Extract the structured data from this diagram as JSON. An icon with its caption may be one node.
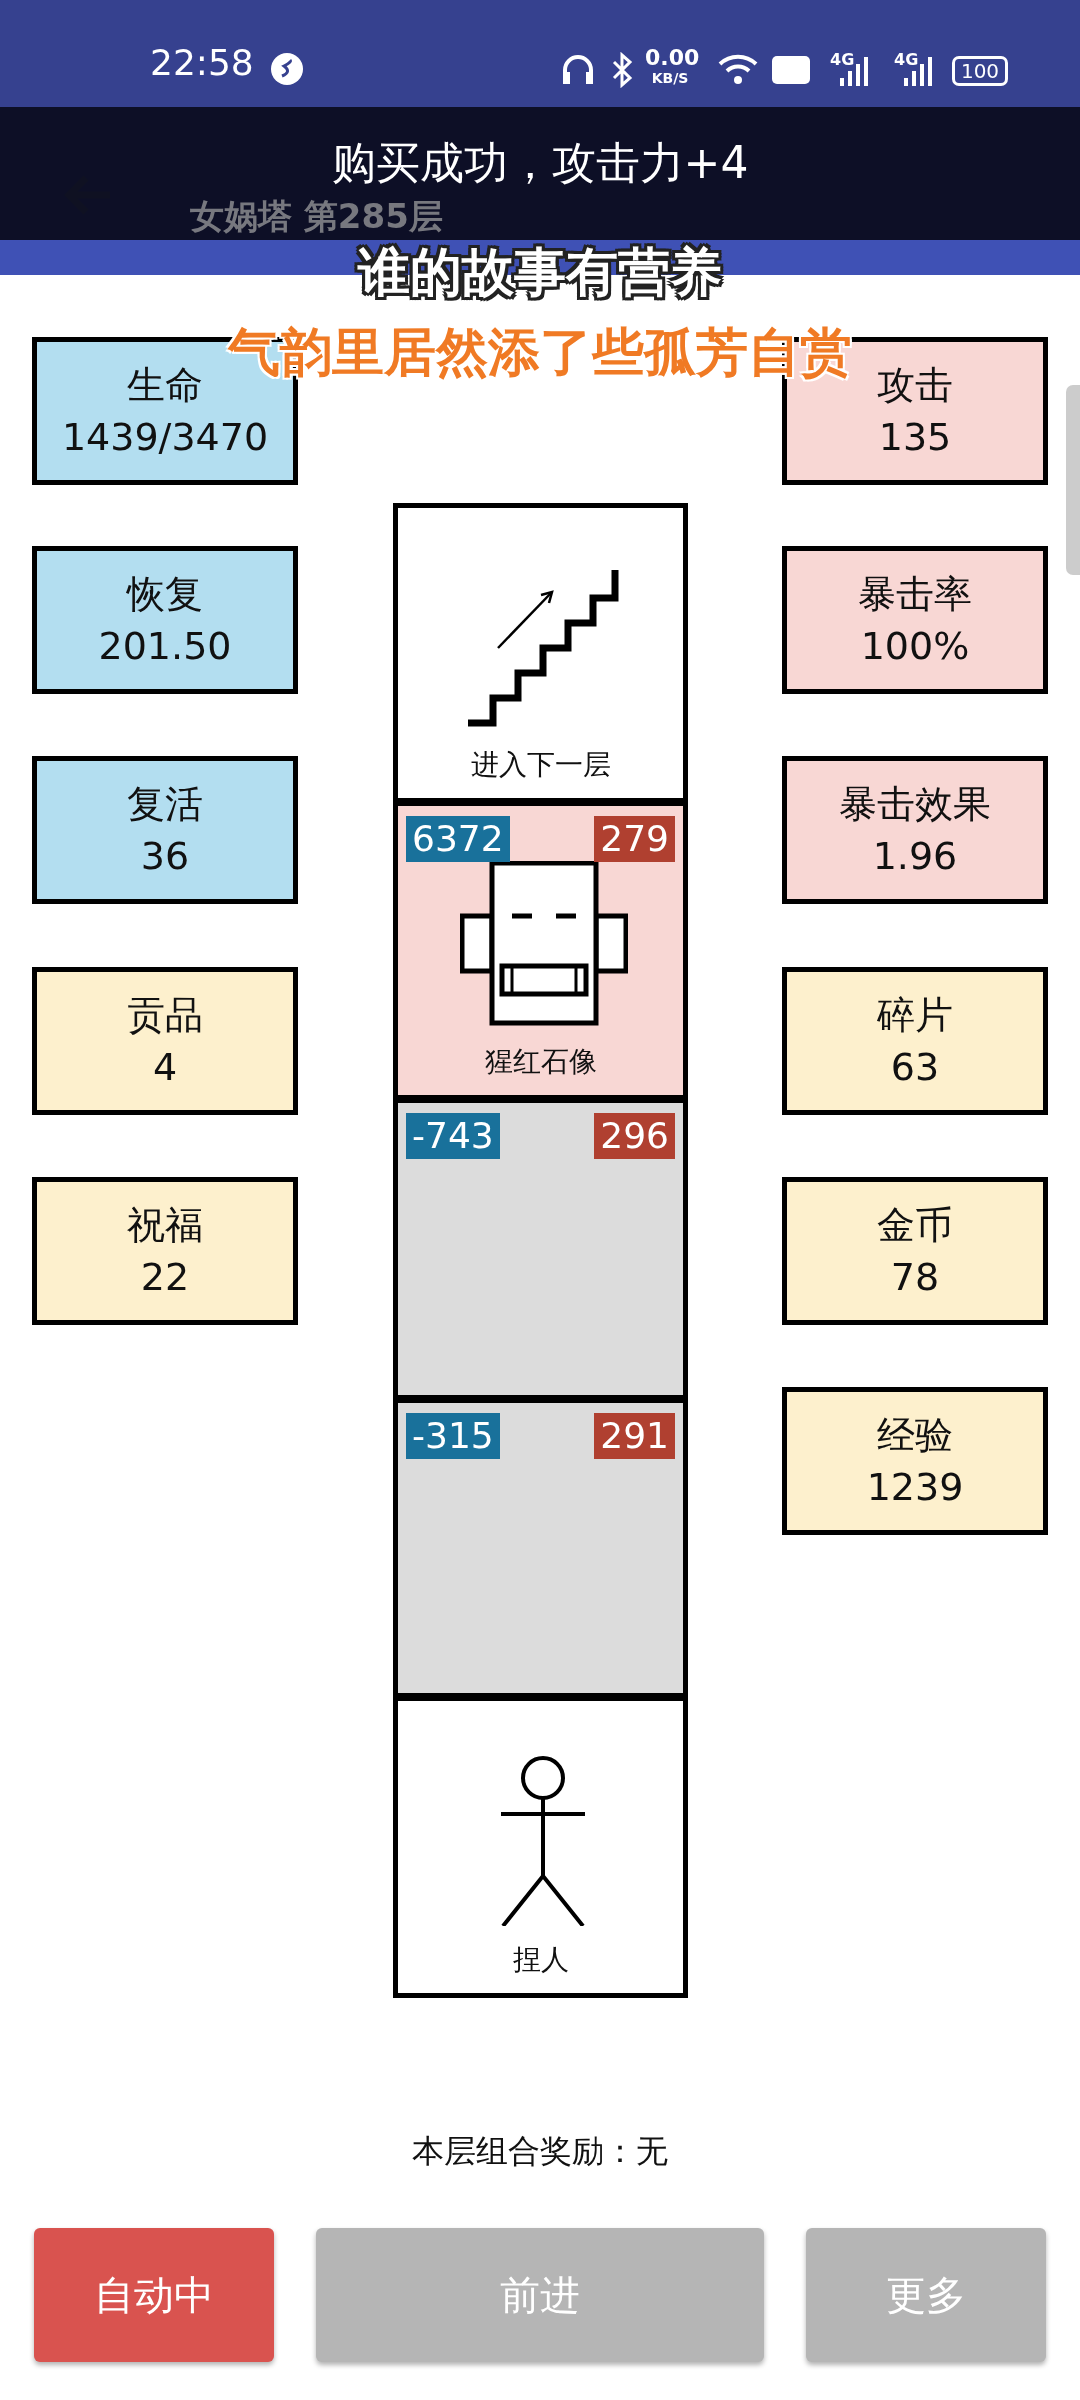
{
  "diagram": {
    "title": "女娲塔 第285层",
    "nodes": [
      {
        "text": [
          "生命",
          "1439/3470"
        ]
      },
      {
        "text": [
          "恢复",
          "201.50"
        ]
      },
      {
        "text": [
          "复活",
          "36"
        ]
      },
      {
        "text": [
          "贡品",
          "4"
        ]
      },
      {
        "text": [
          "祝福",
          "22"
        ]
      },
      {
        "text": [
          "攻击",
          "135"
        ]
      },
      {
        "text": [
          "暴击率",
          "100%"
        ]
      },
      {
        "text": [
          "暴击效果",
          "1.96"
        ]
      },
      {
        "text": [
          "碎片",
          "63"
        ]
      },
      {
        "text": [
          "金币",
          "78"
        ]
      },
      {
        "text": [
          "经验",
          "1239"
        ]
      },
      {
        "text": [
          "进入下一层"
        ]
      },
      {
        "text": [
          "猩红石像"
        ]
      },
      {
        "text": [
          "6372"
        ],
        "in": 12
      },
      {
        "text": [
          "279"
        ],
        "in": 12
      },
      {
        "text": [],
        "shape": "box"
      },
      {
        "text": [
          "-743"
        ],
        "in": 15
      },
      {
        "text": [
          "296"
        ],
        "in": 15
      },
      {
        "text": [],
        "shape": "box"
      },
      {
        "text": [
          "-315"
        ],
        "in": 18
      },
      {
        "text": [
          "291"
        ],
        "in": 18
      },
      {
        "text": [
          "捏人"
        ]
      },
      {
        "text": [
          "自动中"
        ]
      },
      {
        "text": [
          "前进"
        ]
      },
      {
        "text": [
          "更多"
        ]
      }
    ],
    "labels": [
      "22:58",
      "0.00",
      "KB/S",
      "4G",
      "4G",
      "100",
      "购买成功，攻击力+4",
      "谁的故事有营养",
      "气韵里居然添了些孤芳自赏",
      "本层组合奖励：无"
    ]
  }
}
